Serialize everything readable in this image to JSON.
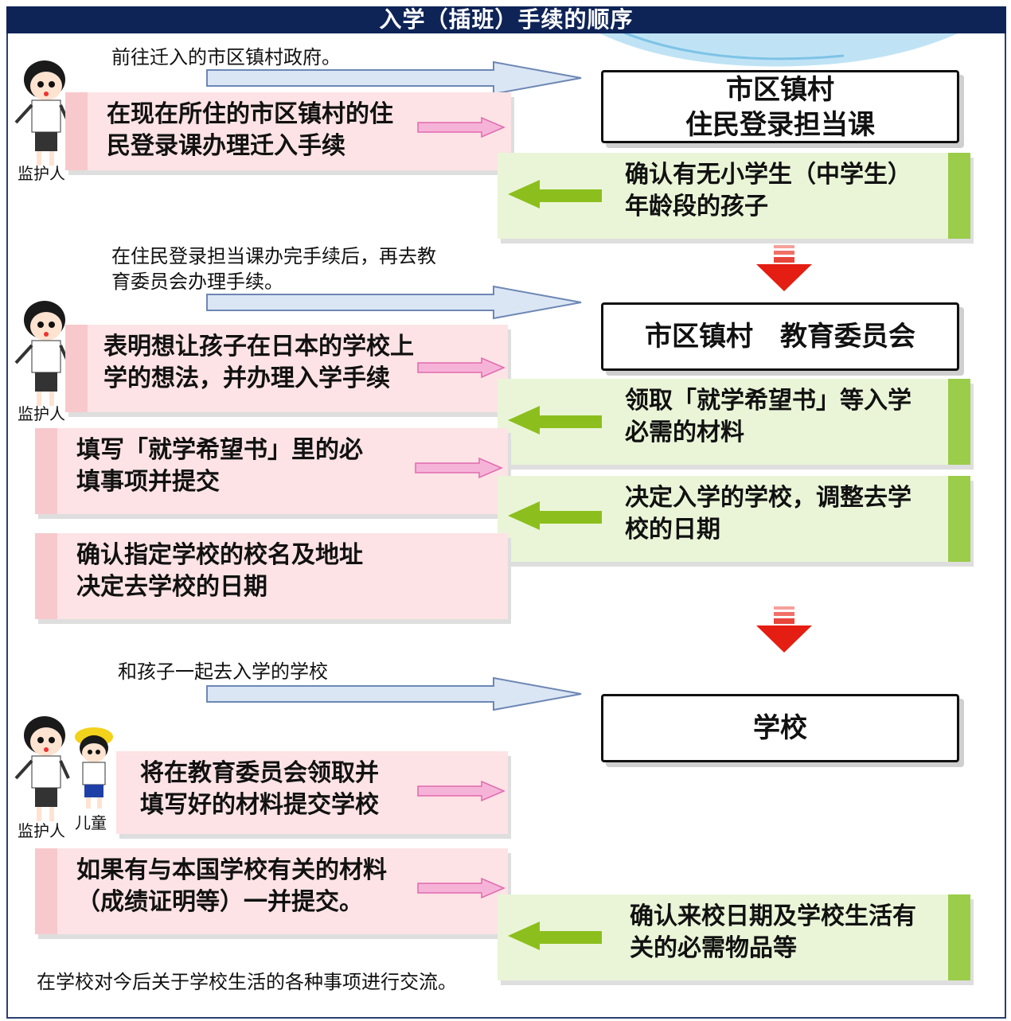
{
  "title": "入学（插班）手续的顺序",
  "stations": {
    "city_office_line1": "市区镇村",
    "city_office_line2": "住民登录担当课",
    "board": "市区镇村　教育委员会",
    "school": "学校"
  },
  "notes": {
    "go_city": "前往迁入的市区镇村政府。",
    "go_board_line1": "在住民登录担当课办完手续后，再去教",
    "go_board_line2": "育委员会办理手续。",
    "go_school": "和孩子一起去入学的学校",
    "final": "在学校对今后关于学校生活的各种事项进行交流。"
  },
  "guardian_steps": {
    "s1_line1": "在现在所住的市区镇村的住",
    "s1_line2": "民登录课办理迁入手续",
    "s2_line1": "表明想让孩子在日本的学校上",
    "s2_line2": "学的想法，并办理入学手续",
    "s3_line1": "填写「就学希望书」里的必",
    "s3_line2": "填事项并提交",
    "s4_line1": "确认指定学校的校名及地址",
    "s4_line2": "决定去学校的日期",
    "s5_line1": "将在教育委员会领取并",
    "s5_line2": "填写好的材料提交学校",
    "s6_line1": "如果有与本国学校有关的材料",
    "s6_line2": "（成绩证明等）一并提交。"
  },
  "office_steps": {
    "r1_line1": "确认有无小学生（中学生）",
    "r1_line2": "年龄段的孩子",
    "r2_line1": "领取「就学希望书」等入学",
    "r2_line2": "必需的材料",
    "r3_line1": "决定入学的学校，调整去学",
    "r3_line2": "校的日期",
    "r4_line1": "确认来校日期及学校生活有",
    "r4_line2": "关的必需物品等"
  },
  "labels": {
    "guardian": "监护人",
    "child": "儿童"
  },
  "colors": {
    "title_bg": "#0e2457",
    "pink_box": "#fde3e5",
    "green_box": "#eaf5d8",
    "green_band": "#9bcc4a",
    "blue_arrow": "#dbe6f4",
    "red_arrow": "#e41e12"
  }
}
